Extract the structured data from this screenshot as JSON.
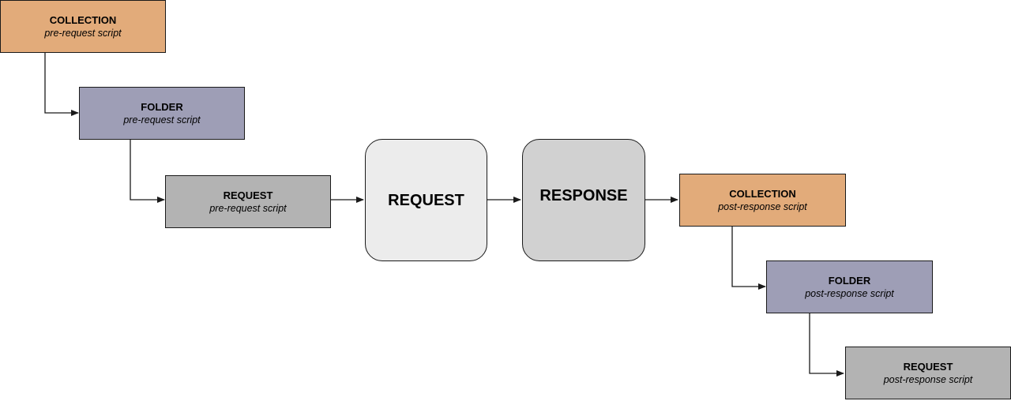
{
  "colors": {
    "collection": "#e2ab7a",
    "folder": "#9e9eb6",
    "request_script": "#b3b3b3",
    "request_main": "#ececec",
    "response_main": "#d1d1d1",
    "stroke": "#1a1a1a"
  },
  "nodes": {
    "collection_pre": {
      "title": "COLLECTION",
      "subtitle": "pre-request script"
    },
    "folder_pre": {
      "title": "FOLDER",
      "subtitle": "pre-request script"
    },
    "request_pre": {
      "title": "REQUEST",
      "subtitle": "pre-request script"
    },
    "request_main": {
      "title": "REQUEST"
    },
    "response_main": {
      "title": "RESPONSE"
    },
    "collection_post": {
      "title": "COLLECTION",
      "subtitle": "post-response script"
    },
    "folder_post": {
      "title": "FOLDER",
      "subtitle": "post-response script"
    },
    "request_post": {
      "title": "REQUEST",
      "subtitle": "post-response script"
    }
  },
  "edges": [
    {
      "from": "collection_pre",
      "to": "folder_pre"
    },
    {
      "from": "folder_pre",
      "to": "request_pre"
    },
    {
      "from": "request_pre",
      "to": "request_main"
    },
    {
      "from": "request_main",
      "to": "response_main"
    },
    {
      "from": "response_main",
      "to": "collection_post"
    },
    {
      "from": "collection_post",
      "to": "folder_post"
    },
    {
      "from": "folder_post",
      "to": "request_post"
    }
  ]
}
